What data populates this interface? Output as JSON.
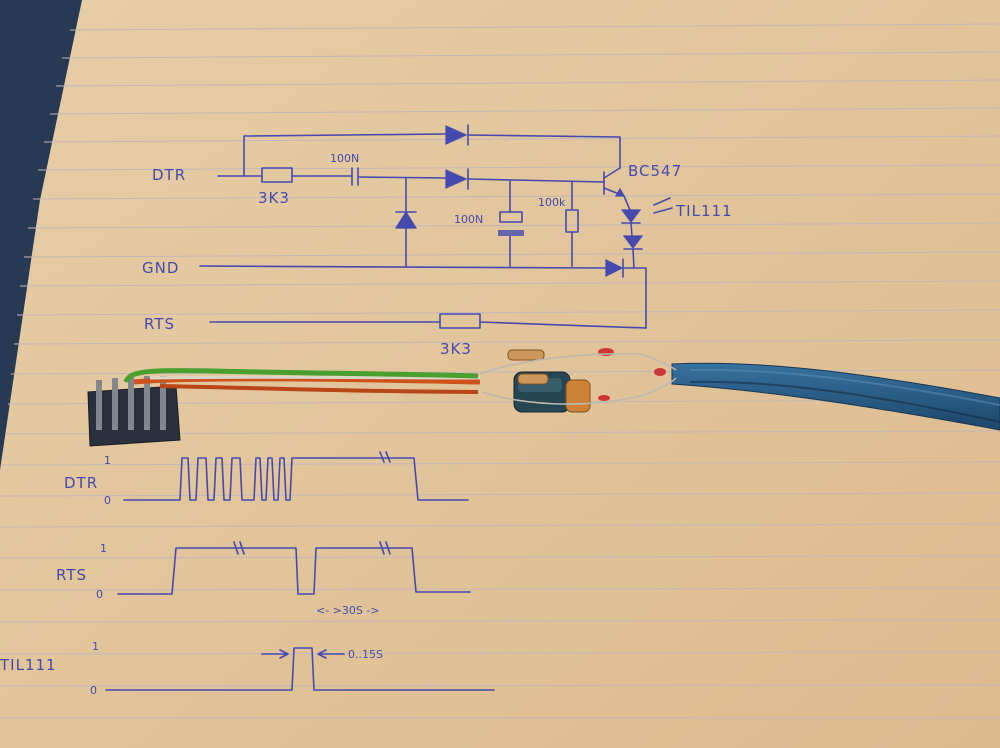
{
  "photo": {
    "subject": "photo of hand-drawn circuit schematic and timing diagram on lined paper with built dongle"
  },
  "schematic": {
    "signal_dtr": "DTR",
    "signal_gnd": "GND",
    "signal_rts": "RTS",
    "r1_value": "3K3",
    "c1_value": "100N",
    "c2_value": "100N",
    "r2_value": "100k",
    "transistor": "BC547",
    "led": "TIL111",
    "r3_value": "3K3"
  },
  "timing": {
    "dtr_label": "DTR",
    "rts_label": "RTS",
    "til_label": "TIL111",
    "level_high": "1",
    "level_low": "0",
    "duration_label": "<- >30S ->",
    "pulse_label": "0..15S"
  },
  "colors": {
    "paper": "#f2d3a9",
    "ink": "#4a4fb8",
    "cable": "#2c5f8a",
    "wire_green": "#4fa832",
    "wire_orange": "#d8571e"
  }
}
